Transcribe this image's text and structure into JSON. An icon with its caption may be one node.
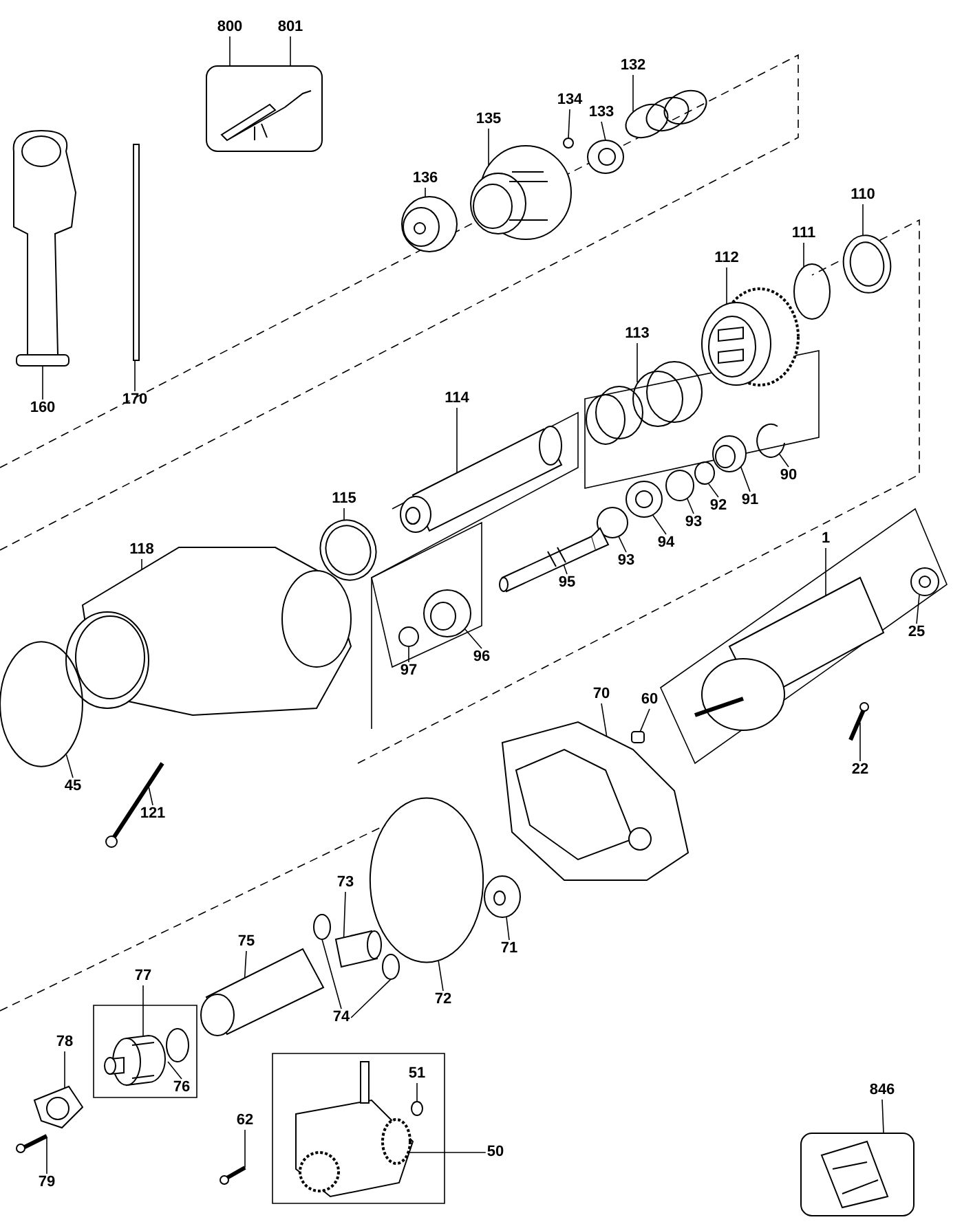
{
  "diagram": {
    "nodes": [
      {
        "text": [
          "800"
        ]
      },
      {
        "text": [
          "801"
        ]
      },
      {
        "text": [
          "132"
        ]
      },
      {
        "text": [
          "134"
        ]
      },
      {
        "text": [
          "133"
        ]
      },
      {
        "text": [
          "135"
        ]
      },
      {
        "text": [
          "136"
        ]
      },
      {
        "text": [
          "110"
        ]
      },
      {
        "text": [
          "111"
        ]
      },
      {
        "text": [
          "112"
        ]
      },
      {
        "text": [
          "113"
        ]
      },
      {
        "text": [
          "114"
        ]
      },
      {
        "text": [
          "160"
        ]
      },
      {
        "text": [
          "170"
        ]
      },
      {
        "text": [
          "115"
        ]
      },
      {
        "text": [
          "90"
        ]
      },
      {
        "text": [
          "91"
        ]
      },
      {
        "text": [
          "92"
        ]
      },
      {
        "text": [
          "93"
        ]
      },
      {
        "text": [
          "94"
        ]
      },
      {
        "text": [
          "93"
        ]
      },
      {
        "text": [
          "95"
        ]
      },
      {
        "text": [
          "118"
        ]
      },
      {
        "text": [
          "1"
        ]
      },
      {
        "text": [
          "25"
        ]
      },
      {
        "text": [
          "97"
        ]
      },
      {
        "text": [
          "96"
        ]
      },
      {
        "text": [
          "70"
        ]
      },
      {
        "text": [
          "60"
        ]
      },
      {
        "text": [
          "45"
        ]
      },
      {
        "text": [
          "121"
        ]
      },
      {
        "text": [
          "22"
        ]
      },
      {
        "text": [
          "73"
        ]
      },
      {
        "text": [
          "75"
        ]
      },
      {
        "text": [
          "71"
        ]
      },
      {
        "text": [
          "72"
        ]
      },
      {
        "text": [
          "74"
        ]
      },
      {
        "text": [
          "77"
        ]
      },
      {
        "text": [
          "78"
        ]
      },
      {
        "text": [
          "76"
        ]
      },
      {
        "text": [
          "51"
        ]
      },
      {
        "text": [
          "846"
        ]
      },
      {
        "text": [
          "62"
        ]
      },
      {
        "text": [
          "50"
        ]
      },
      {
        "text": [
          "79"
        ]
      },
      {
        "text": [],
        "shape": "picture"
      },
      {
        "text": [],
        "shape": "picture"
      },
      {
        "text": [],
        "shape": "circle"
      },
      {
        "text": [],
        "shape": "picture"
      },
      {
        "text": [],
        "shape": "picture"
      },
      {
        "text": [],
        "shape": "picture"
      },
      {
        "text": [],
        "shape": "picture"
      },
      {
        "text": [],
        "shape": "circle"
      },
      {
        "text": [],
        "shape": "picture"
      },
      {
        "text": [],
        "shape": "picture"
      },
      {
        "text": [],
        "shape": "picture"
      },
      {
        "text": [],
        "shape": "picture"
      },
      {
        "text": [],
        "shape": "bar"
      },
      {
        "text": [],
        "shape": "picture"
      },
      {
        "text": [],
        "shape": "picture"
      },
      {
        "text": [],
        "shape": "picture"
      },
      {
        "text": [],
        "shape": "circle"
      },
      {
        "text": [],
        "shape": "circle"
      },
      {
        "text": [],
        "shape": "picture"
      },
      {
        "text": [],
        "shape": "circle"
      },
      {
        "text": [],
        "shape": "picture"
      },
      {
        "text": [],
        "shape": "picture"
      },
      {
        "text": [],
        "shape": "picture"
      },
      {
        "text": [],
        "shape": "picture"
      },
      {
        "text": [],
        "shape": "circle"
      },
      {
        "text": [],
        "shape": "picture"
      },
      {
        "text": [],
        "shape": "picture"
      },
      {
        "text": [],
        "shape": "box"
      },
      {
        "text": [],
        "shape": "circle"
      },
      {
        "text": [],
        "shape": "picture"
      },
      {
        "text": [],
        "shape": "picture"
      },
      {
        "text": [],
        "shape": "picture"
      },
      {
        "text": [],
        "shape": "picture"
      },
      {
        "text": [],
        "shape": "picture"
      },
      {
        "text": [],
        "shape": "circle"
      },
      {
        "text": [],
        "shape": "circle"
      },
      {
        "text": [],
        "shape": "circle"
      },
      {
        "text": [],
        "shape": "picture"
      },
      {
        "text": [],
        "shape": "picture"
      },
      {
        "text": [],
        "shape": "circle"
      },
      {
        "text": [],
        "shape": "circle"
      },
      {
        "text": [],
        "shape": "picture"
      },
      {
        "text": [],
        "shape": "picture"
      },
      {
        "text": [],
        "shape": "picture"
      },
      {
        "text": [],
        "shape": "picture"
      }
    ],
    "edges": [
      {
        "from": 0,
        "to": 45,
        "arrow": "none"
      },
      {
        "from": 1,
        "to": 45,
        "arrow": "none"
      },
      {
        "from": 2,
        "to": 46,
        "arrow": "none"
      },
      {
        "from": 3,
        "to": 47,
        "arrow": "none"
      },
      {
        "from": 4,
        "to": 48,
        "arrow": "none"
      },
      {
        "from": 5,
        "to": 49,
        "arrow": "none"
      },
      {
        "from": 6,
        "to": 50,
        "arrow": "none"
      },
      {
        "from": 7,
        "to": 51,
        "arrow": "none"
      },
      {
        "from": 8,
        "to": 52,
        "arrow": "none"
      },
      {
        "from": 9,
        "to": 53,
        "arrow": "none"
      },
      {
        "from": 10,
        "to": 54,
        "arrow": "none"
      },
      {
        "from": 11,
        "to": 55,
        "arrow": "none"
      },
      {
        "from": 12,
        "to": 56,
        "arrow": "none"
      },
      {
        "from": 13,
        "to": 57,
        "arrow": "none"
      },
      {
        "from": 14,
        "to": 58,
        "arrow": "none"
      },
      {
        "from": 15,
        "to": 59,
        "arrow": "none"
      },
      {
        "from": 16,
        "to": 60,
        "arrow": "none"
      },
      {
        "from": 17,
        "to": 61,
        "arrow": "none"
      },
      {
        "from": 18,
        "to": 62,
        "arrow": "none"
      },
      {
        "from": 19,
        "to": 63,
        "arrow": "none"
      },
      {
        "from": 20,
        "to": 64,
        "arrow": "none"
      },
      {
        "from": 21,
        "to": 65,
        "arrow": "none"
      },
      {
        "from": 22,
        "to": 66,
        "arrow": "none"
      },
      {
        "from": 23,
        "to": 67,
        "arrow": "none"
      },
      {
        "from": 24,
        "to": 68,
        "arrow": "none"
      },
      {
        "from": 25,
        "to": 69,
        "arrow": "none"
      },
      {
        "from": 26,
        "to": 70,
        "arrow": "none"
      },
      {
        "from": 27,
        "to": 71,
        "arrow": "none"
      },
      {
        "from": 28,
        "to": 72,
        "arrow": "none"
      },
      {
        "from": 29,
        "to": 73,
        "arrow": "none"
      },
      {
        "from": 30,
        "to": 74,
        "arrow": "none"
      },
      {
        "from": 31,
        "to": 75,
        "arrow": "none"
      },
      {
        "from": 32,
        "to": 76,
        "arrow": "none"
      },
      {
        "from": 33,
        "to": 77,
        "arrow": "none"
      },
      {
        "from": 34,
        "to": 78,
        "arrow": "none"
      },
      {
        "from": 35,
        "to": 79,
        "arrow": "none"
      },
      {
        "from": 36,
        "to": 80,
        "arrow": "none"
      },
      {
        "from": 36,
        "to": 81,
        "arrow": "none"
      },
      {
        "from": 37,
        "to": 82,
        "arrow": "none"
      },
      {
        "from": 38,
        "to": 83,
        "arrow": "none"
      },
      {
        "from": 39,
        "to": 84,
        "arrow": "none"
      },
      {
        "from": 40,
        "to": 85,
        "arrow": "none"
      },
      {
        "from": 41,
        "to": 86,
        "arrow": "none"
      },
      {
        "from": 42,
        "to": 87,
        "arrow": "none"
      },
      {
        "from": 43,
        "to": 88,
        "arrow": "none"
      },
      {
        "from": 44,
        "to": 89,
        "arrow": "none"
      }
    ]
  }
}
